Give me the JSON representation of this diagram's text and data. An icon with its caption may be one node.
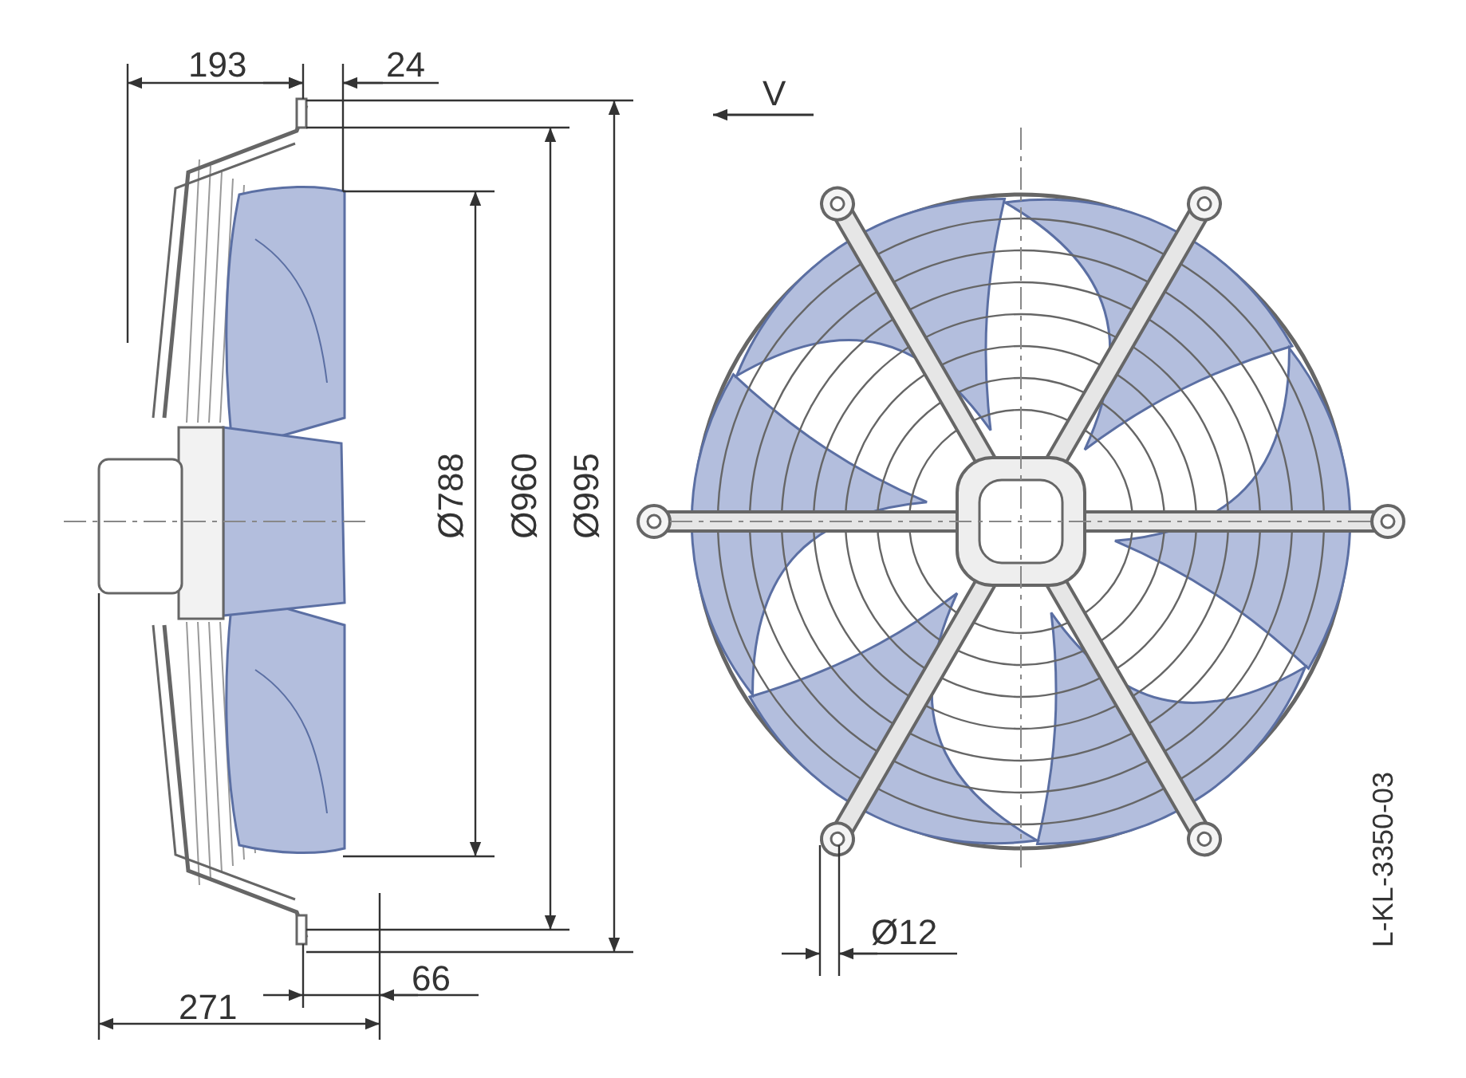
{
  "diagram": {
    "labels": [
      "193",
      "24",
      "V",
      "Ø788",
      "Ø960",
      "Ø995",
      "Ø12",
      "271",
      "66",
      "L-KL-3350-03"
    ]
  }
}
